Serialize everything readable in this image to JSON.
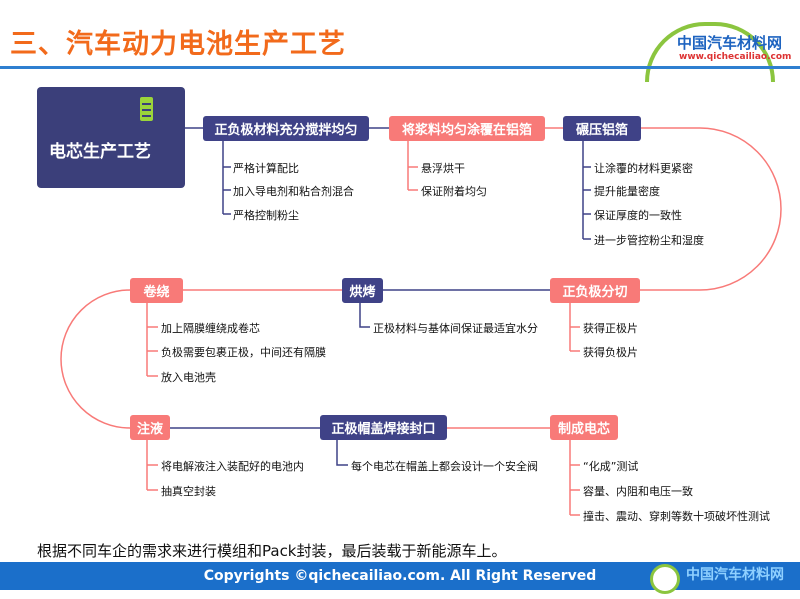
{
  "title": "三、汽车动力电池生产工艺",
  "logo": {
    "name": "中国汽车材料网",
    "url": "www.qichecailiao.com"
  },
  "card": {
    "label": "电芯生产工艺",
    "icon": "battery-icon"
  },
  "steps": [
    {
      "label": "正负极材料充分搅拌均匀",
      "items": [
        "严格计算配比",
        "加入导电剂和粘合剂混合",
        "严格控制粉尘"
      ]
    },
    {
      "label": "将浆料均匀涂覆在铝箔",
      "items": [
        "悬浮烘干",
        "保证附着均匀"
      ]
    },
    {
      "label": "碾压铝箔",
      "items": [
        "让涂覆的材料更紧密",
        "提升能量密度",
        "保证厚度的一致性",
        "进一步管控粉尘和湿度"
      ]
    },
    {
      "label": "正负极分切",
      "items": [
        "获得正极片",
        "获得负极片"
      ]
    },
    {
      "label": "烘烤",
      "items": [
        "正极材料与基体间保证最适宜水分"
      ]
    },
    {
      "label": "卷绕",
      "items": [
        "加上隔膜缠绕成卷芯",
        "负极需要包裹正极，中间还有隔膜",
        "放入电池壳"
      ]
    },
    {
      "label": "注液",
      "items": [
        "将电解液注入装配好的电池内",
        "抽真空封装"
      ]
    },
    {
      "label": "正极帽盖焊接封口",
      "items": [
        "每个电芯在帽盖上都会设计一个安全阀"
      ]
    },
    {
      "label": "制成电芯",
      "items": [
        "“化成”测试",
        "容量、内阻和电压一致",
        "撞击、震动、穿刺等数十项破坏性测试"
      ]
    }
  ],
  "bottom_text": "根据不同车企的需求来进行模组和Pack封装，最后装载于新能源车上。",
  "footer": "Copyrights ©qichecailiao.com. All Right Reserved",
  "colors": {
    "navy": "#3f4287",
    "salmon": "#f87a78",
    "title": "#f26a1b",
    "footer": "#1b6fca"
  }
}
